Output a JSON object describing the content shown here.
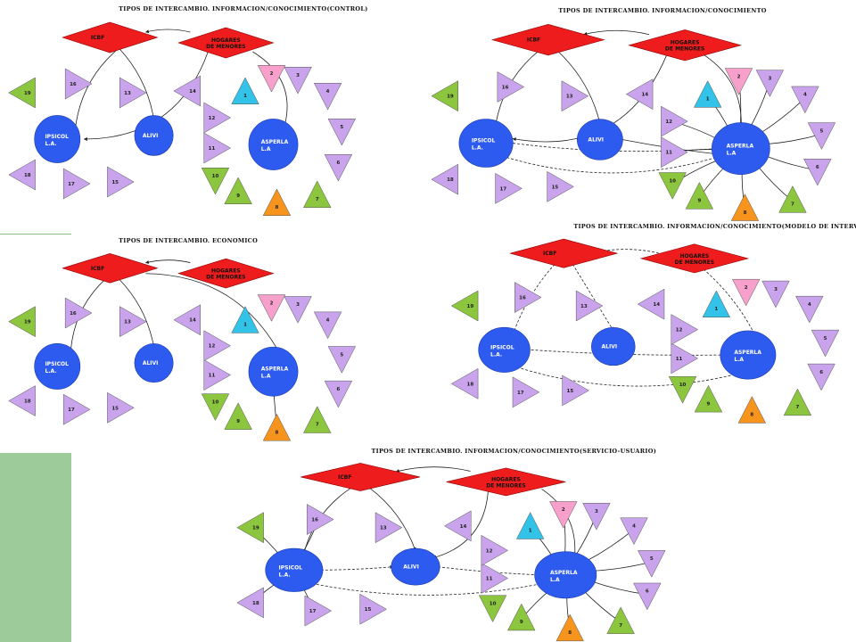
{
  "panels": [
    {
      "title": "TIPOS DE INTERCAMBIO. INFORMACION/CONOCIMIENTO(CONTROL)"
    },
    {
      "title": "TIPOS DE INTERCAMBIO. INFORMACION/CONOCIMIENTO"
    },
    {
      "title": "TIPOS DE INTERCAMBIO. ECONOMICO"
    },
    {
      "title": "TIPOS DE INTERCAMBIO. INFORMACION/CONOCIMIENTO(MODELO DE INTERVENCION)"
    },
    {
      "title": "TIPOS DE INTERCAMBIO. INFORMACION/CONOCIMIENTO(SERVICIO-USUARIO)"
    }
  ],
  "nodes": {
    "icbf": "ICBF",
    "hogares_l1": "HOGARES",
    "hogares_l2": "DE MENORES",
    "ipsicol_l1": "IPSICOL",
    "ipsicol_l2": "L.A.",
    "alivi": "ALIVI",
    "asperla_l1": "ASPERLA",
    "asperla_l2": "L.A"
  },
  "triangles": [
    {
      "label": "1",
      "color": "#33c3e8"
    },
    {
      "label": "2",
      "color": "#f7a0cc"
    },
    {
      "label": "3",
      "color": "#c9a4ec"
    },
    {
      "label": "4",
      "color": "#c9a4ec"
    },
    {
      "label": "5",
      "color": "#c9a4ec"
    },
    {
      "label": "6",
      "color": "#c9a4ec"
    },
    {
      "label": "7",
      "color": "#8cc63f"
    },
    {
      "label": "8",
      "color": "#f7941d"
    },
    {
      "label": "9",
      "color": "#8cc63f"
    },
    {
      "label": "10",
      "color": "#8cc63f"
    },
    {
      "label": "11",
      "color": "#c9a4ec"
    },
    {
      "label": "12",
      "color": "#c9a4ec"
    },
    {
      "label": "13",
      "color": "#c9a4ec"
    },
    {
      "label": "14",
      "color": "#c9a4ec"
    },
    {
      "label": "15",
      "color": "#c9a4ec"
    },
    {
      "label": "16",
      "color": "#c9a4ec"
    },
    {
      "label": "17",
      "color": "#c9a4ec"
    },
    {
      "label": "18",
      "color": "#c9a4ec"
    },
    {
      "label": "19",
      "color": "#8cc63f"
    }
  ],
  "colors": {
    "diamond": "#ee1c1c",
    "circle": "#2e5bef",
    "background": "#ffffff",
    "side_bar": "#9dcc9a"
  }
}
